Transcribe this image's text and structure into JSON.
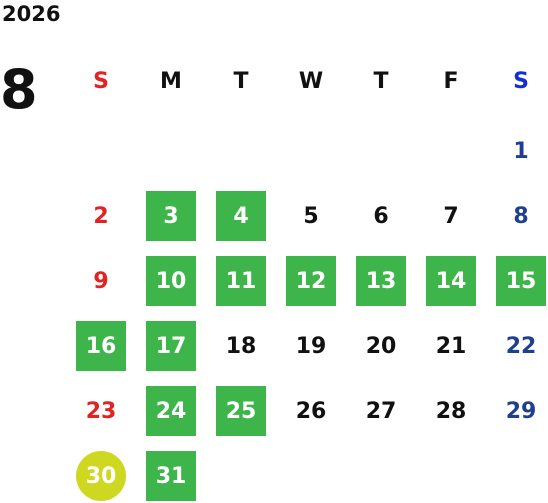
{
  "calendar": {
    "year": "2026",
    "month": "8",
    "weekdays": [
      "S",
      "M",
      "T",
      "W",
      "T",
      "F",
      "S"
    ],
    "days": [
      "1",
      "2",
      "3",
      "4",
      "5",
      "6",
      "7",
      "8",
      "9",
      "10",
      "11",
      "12",
      "13",
      "14",
      "15",
      "16",
      "17",
      "18",
      "19",
      "20",
      "21",
      "22",
      "23",
      "24",
      "25",
      "26",
      "27",
      "28",
      "29",
      "30",
      "31"
    ],
    "first_weekday_index": 6,
    "highlighted_days": [
      "3",
      "4",
      "10",
      "11",
      "12",
      "13",
      "14",
      "15",
      "16",
      "17",
      "24",
      "25",
      "31"
    ],
    "today": "30"
  },
  "colors": {
    "sunday": "#e32222",
    "saturday": "#1f3f8f",
    "saturday_header": "#1230d0",
    "highlight": "#3db54a",
    "today": "#cfd820",
    "text": "#111111"
  }
}
